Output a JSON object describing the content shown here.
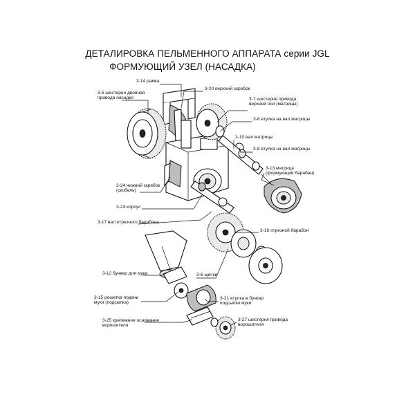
{
  "title": "ДЕТАЛИРОВКА ПЕЛЬМЕННОГО АППАРАТА серии JGL",
  "subtitle": "ФОРМУЮЩИЙ УЗЕЛ (НАСАДКА)",
  "labels": {
    "l314": [
      "3-14 рамка"
    ],
    "l35": [
      "3-5 шестерня двойная",
      "привода насадки"
    ],
    "l320": [
      "3-20 верхний скребок"
    ],
    "l37": [
      "3-7 шестерня привода",
      "верхней оси (матрицы)"
    ],
    "l38a": [
      "3-8 втулка на вал матрицы"
    ],
    "l310": [
      "3-10 вал матрицы"
    ],
    "l38b": [
      "3-8 втулка на вал матрицы"
    ],
    "l313": [
      "3-13 матрица",
      "(формующий барабан)"
    ],
    "l324": [
      "3-24 нижний скребок",
      "(скобель)"
    ],
    "l323": [
      "3-23 корпус"
    ],
    "l317": [
      "3-17 вал отрезного барабана"
    ],
    "l316": [
      "3-16 отрезной барабон"
    ],
    "l312": [
      "3-12 бункер для муки"
    ],
    "l36": [
      "3-6 щечки"
    ],
    "l315": [
      "3-15 решетка подачи",
      "муки (подсыпка)"
    ],
    "l321": [
      "3-21 втулка в бункер",
      "подсыпки муки"
    ],
    "l325": [
      "3-25 крепежное основание",
      "ворошителя"
    ],
    "l327": [
      "3-27 шестерня привода",
      "ворошителя"
    ]
  }
}
